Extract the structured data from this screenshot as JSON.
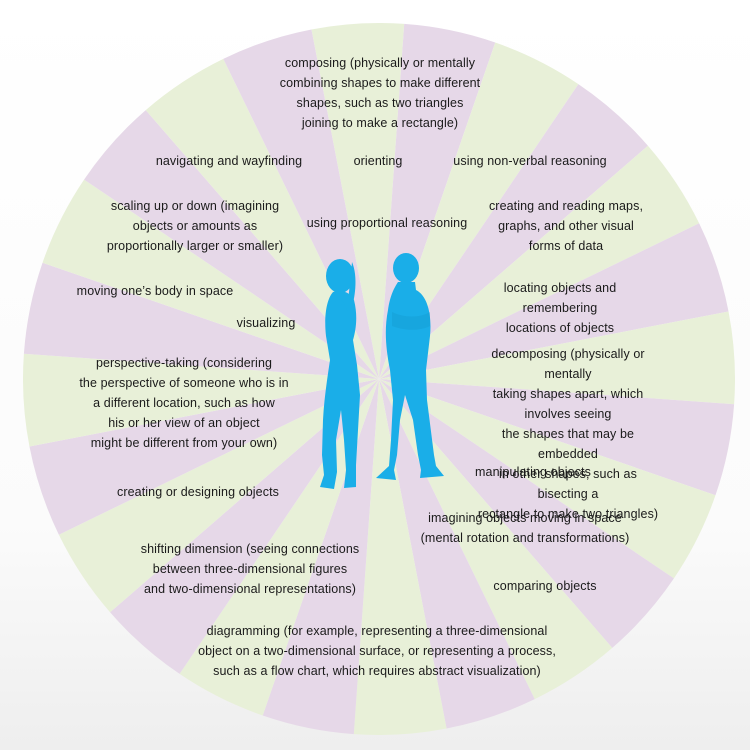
{
  "colors": {
    "wedge_a": "#e8f0d8",
    "wedge_b": "#e6d8e8",
    "figures": "#1aaee8"
  },
  "wedges": 24,
  "labels": {
    "composing": "composing (physically or mentally\ncombining shapes to make different\nshapes, such as two triangles\njoining to make a rectangle)",
    "navigating": "navigating and wayfinding",
    "orienting": "orienting",
    "non_verbal": "using non-verbal reasoning",
    "scaling": "scaling up or down (imagining\nobjects or amounts as\nproportionally larger or smaller)",
    "proportional": "using proportional reasoning",
    "maps": "creating and reading maps,\ngraphs, and other visual\nforms of data",
    "moving_body": "moving one’s body in space",
    "locating": "locating objects and remembering\nlocations of objects",
    "visualizing": "visualizing",
    "perspective": "perspective-taking (considering\nthe perspective of someone who is in\na different location, such as how\nhis or her view of an object\nmight be different from your own)",
    "decomposing": "decomposing (physically or mentally\ntaking shapes apart, which involves seeing\nthe shapes that may be embedded\nin other shapes, such as bisecting a\nrectangle to make two triangles)",
    "manipulating": "manipulating objects",
    "creating": "creating or designing objects",
    "imagining": "imagining objects moving in space\n(mental rotation and transformations)",
    "shifting": "shifting dimension (seeing connections\nbetween three-dimensional figures\nand two-dimensional representations)",
    "comparing": "comparing objects",
    "diagramming": "diagramming (for example, representing a three-dimensional\nobject on a two-dimensional surface, or representing a process,\nsuch as a flow chart, which requires abstract visualization)"
  }
}
